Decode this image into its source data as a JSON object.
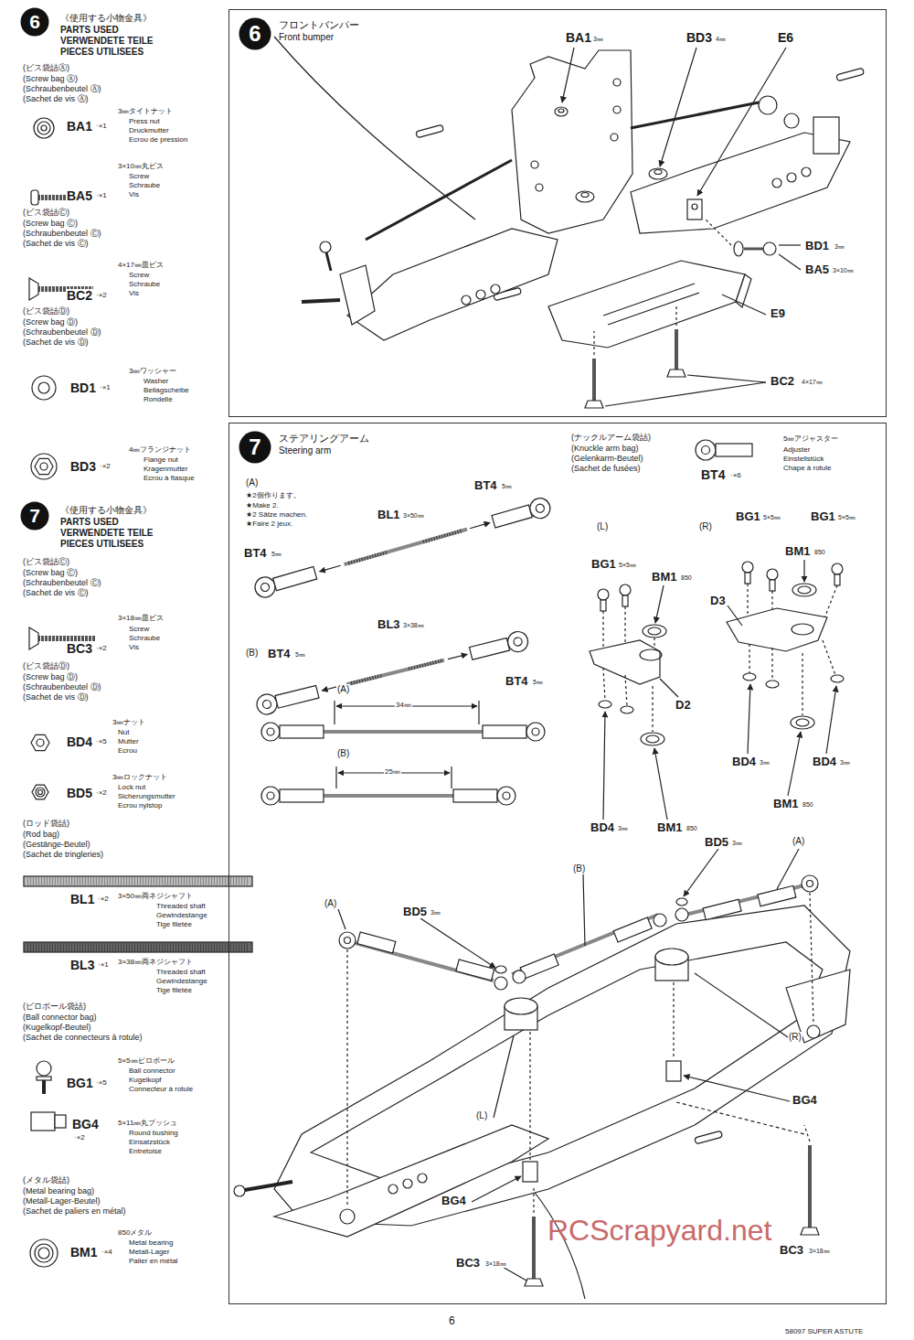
{
  "diagram": {
    "nodes": [
      {
        "text": [
          "フロントバンパー",
          "Front bumper"
        ]
      },
      {
        "text": [
          "6"
        ],
        "in": 0
      },
      {
        "text": [
          "ステアリングアーム",
          "Steering arm"
        ]
      },
      {
        "text": [
          "7"
        ],
        "in": 2
      },
      {
        "text": [
          "6"
        ]
      },
      {
        "text": [
          "7"
        ]
      }
    ],
    "labels": [
      "《使用する小物金具》",
      "PARTS USED",
      "VERWENDETE TEILE",
      "PIECES UTILISEES",
      "(ビス袋詰Ⓐ)",
      "(Screw bag Ⓐ)",
      "(Schraubenbeutel Ⓐ)",
      "(Sachet de vis Ⓐ)",
      "3㎜タイトナット",
      "Press nut",
      "Druckmutter",
      "Ecrou de pression",
      "BA1",
      "·×1",
      "3×10㎜丸ビス",
      "Screw",
      "Schraube",
      "Vis",
      "BA5",
      "·×1",
      "(ビス袋詰Ⓒ)",
      "(Screw bag Ⓒ)",
      "(Schraubenbeutel Ⓒ)",
      "(Sachet de vis Ⓒ)",
      "4×17㎜皿ビス",
      "Screw",
      "Schraube",
      "Vis",
      "BC2",
      "·×2",
      "(ビス袋詰Ⓓ)",
      "(Screw bag Ⓓ)",
      "(Schraubenbeutel Ⓓ)",
      "(Sachet de vis Ⓓ)",
      "3㎜ワッシャー",
      "Washer",
      "Beilagscheibe",
      "Rondelle",
      "BD1",
      "·×1",
      "4㎜フランジナット",
      "Flange nut",
      "Kragenmutter",
      "Ecrou à flasque",
      "BD3",
      "·×2",
      "《使用する小物金具》",
      "PARTS USED",
      "VERWENDETE TEILE",
      "PIECES UTILISEES",
      "(ビス袋詰Ⓒ)",
      "(Screw bag Ⓒ)",
      "(Schraubenbeutel Ⓒ)",
      "(Sachet de vis Ⓒ)",
      "3×18㎜皿ビス",
      "Screw",
      "Schraube",
      "Vis",
      "BC3",
      "·×2",
      "(ビス袋詰Ⓓ)",
      "(Screw bag Ⓓ)",
      "(Schraubenbeutel Ⓓ)",
      "(Sachet de vis Ⓓ)",
      "3㎜ナット",
      "Nut",
      "Mutter",
      "Ecrou",
      "BD4",
      "·×5",
      "3㎜ロックナット",
      "Lock nut",
      "Sicherungsmutter",
      "Ecrou nylstop",
      "BD5",
      "·×2",
      "(ロッド袋詰)",
      "(Rod bag)",
      "(Gestänge-Beutel)",
      "(Sachet de tringleries)",
      "BL1",
      "·×2",
      "3×50㎜両ネジシャフト",
      "Threaded shaft",
      "Gewindestange",
      "Tige filetée",
      "BL3",
      "·×1",
      "3×38㎜両ネジシャフト",
      "Threaded shaft",
      "Gewindestange",
      "Tige filetée",
      "(ピロボール袋詰)",
      "(Ball connector bag)",
      "(Kugelkopf-Beutel)",
      "(Sachet de connecteurs à rotule)",
      "5×5㎜ピロボール",
      "Ball connector",
      "Kugelkopf",
      "Connecteur à rotule",
      "BG1",
      "·×5",
      "BG4",
      "·×2",
      "5×11㎜丸ブッシュ",
      "Round bushing",
      "Einsatzstück",
      "Entretoise",
      "(メタル袋詰)",
      "(Metal bearing bag)",
      "(Metall-Lager-Beutel)",
      "(Sachet de paliers en métal)",
      "850メタル",
      "Metal bearing",
      "Metall-Lager",
      "Palier en métal",
      "BM1",
      "·×4",
      "BA1",
      "3㎜",
      "BD3",
      "4㎜",
      "E6",
      "BD1",
      "3㎜",
      "BA5",
      "3×10㎜",
      "E9",
      "BC2",
      "4×17㎜",
      "(A)",
      "★2個作ります。",
      "★Make 2.",
      "★2 Sätze machen.",
      "★Faire 2 jeux.",
      "BT4",
      "5㎜",
      "BL1",
      "3×50㎜",
      "BT4",
      "5㎜",
      "(B)",
      "BT4",
      "5㎜",
      "BL3",
      "3×38㎜",
      "BT4",
      "5㎜",
      "(A)",
      "34㎜",
      "(B)",
      "25㎜",
      "(ナックルアーム袋詰)",
      "(Knuckle arm bag)",
      "(Gelenkarm-Beutel)",
      "(Sachet de fusées)",
      "5㎜アジャスター",
      "Adjuster",
      "Einstellstück",
      "Chape à rotule",
      "BT4",
      "·×6",
      "(L)",
      "(R)",
      "BG1",
      "5×5㎜",
      "BM1",
      "850",
      "BG1",
      "5×5㎜",
      "BG1",
      "5×5㎜",
      "BM1",
      "850",
      "D3",
      "D2",
      "BD4",
      "3㎜",
      "BD4",
      "3㎜",
      "BM1",
      "850",
      "BD4",
      "3㎜",
      "BM1",
      "850",
      "BD5",
      "3㎜",
      "(A)",
      "(B)",
      "(A)",
      "BD5",
      "3㎜",
      "(R)",
      "BG4",
      "(L)",
      "BG4",
      "BC3",
      "3×18㎜",
      "BC3",
      "3×18㎜",
      "6",
      "58097 SUPER ASTUTE",
      "RCScrapyard.net"
    ]
  }
}
